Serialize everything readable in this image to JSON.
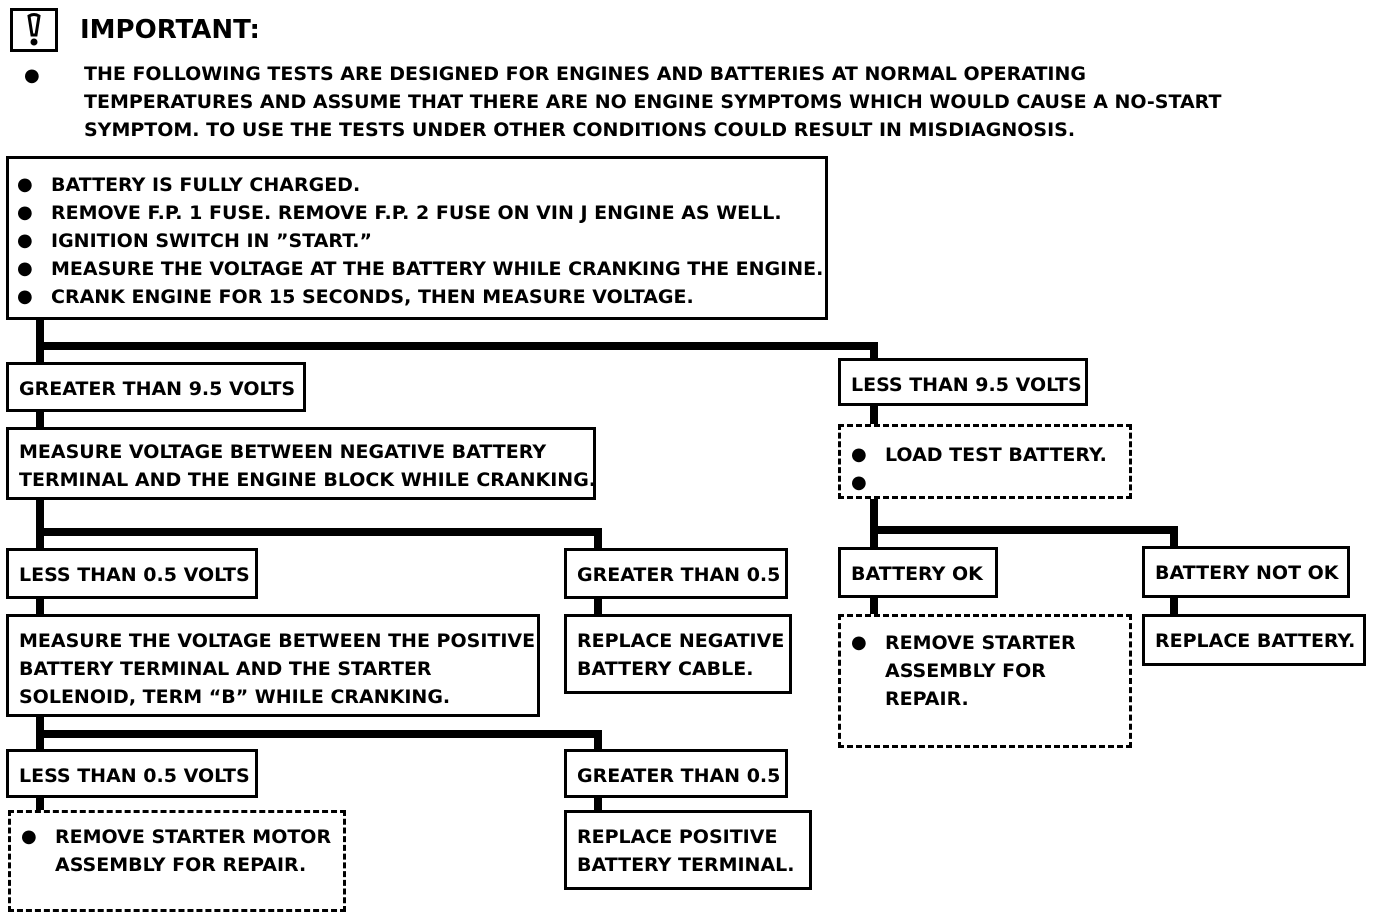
{
  "header": {
    "title": "IMPORTANT:",
    "bullet": "●",
    "note_lines": [
      "THE FOLLOWING TESTS ARE DESIGNED FOR ENGINES AND BATTERIES AT NORMAL OPERATING",
      "TEMPERATURES AND ASSUME THAT THERE ARE NO ENGINE SYMPTOMS WHICH WOULD CAUSE A NO-START",
      "SYMPTOM.  TO USE THE TESTS UNDER OTHER CONDITIONS COULD RESULT IN MISDIAGNOSIS."
    ]
  },
  "icon": "warning-icon",
  "start_box": {
    "items": [
      "BATTERY IS FULLY CHARGED.",
      "REMOVE F.P. 1 FUSE.  REMOVE F.P. 2 FUSE ON VIN J ENGINE AS WELL.",
      "IGNITION SWITCH IN ”START.”",
      "MEASURE THE VOLTAGE AT THE BATTERY WHILE CRANKING THE ENGINE.",
      "CRANK ENGINE FOR 15 SECONDS, THEN MEASURE VOLTAGE."
    ]
  },
  "left": {
    "greater_95": "GREATER THAN 9.5 VOLTS",
    "measure_neg": [
      "MEASURE VOLTAGE BETWEEN NEGATIVE BATTERY",
      "TERMINAL AND THE ENGINE BLOCK WHILE CRANKING."
    ],
    "less_05_a": "LESS THAN 0.5 VOLTS",
    "greater_05_a": "GREATER THAN 0.5",
    "replace_neg": [
      "REPLACE NEGATIVE",
      "BATTERY CABLE."
    ],
    "measure_pos": [
      "MEASURE THE VOLTAGE BETWEEN THE POSITIVE",
      "BATTERY TERMINAL AND THE STARTER",
      "SOLENOID, TERM “B” WHILE CRANKING."
    ],
    "less_05_b": "LESS THAN 0.5 VOLTS",
    "greater_05_b": "GREATER THAN 0.5",
    "remove_motor": [
      "REMOVE STARTER MOTOR",
      "ASSEMBLY FOR REPAIR."
    ],
    "replace_pos": [
      "REPLACE POSITIVE",
      "BATTERY TERMINAL."
    ]
  },
  "right": {
    "less_95": "LESS THAN 9.5 VOLTS",
    "load_test": "LOAD TEST BATTERY.",
    "battery_ok": "BATTERY OK",
    "battery_not_ok": "BATTERY NOT OK",
    "remove_starter": [
      "REMOVE STARTER",
      "ASSEMBLY FOR",
      "REPAIR."
    ],
    "replace_battery": "REPLACE BATTERY."
  }
}
